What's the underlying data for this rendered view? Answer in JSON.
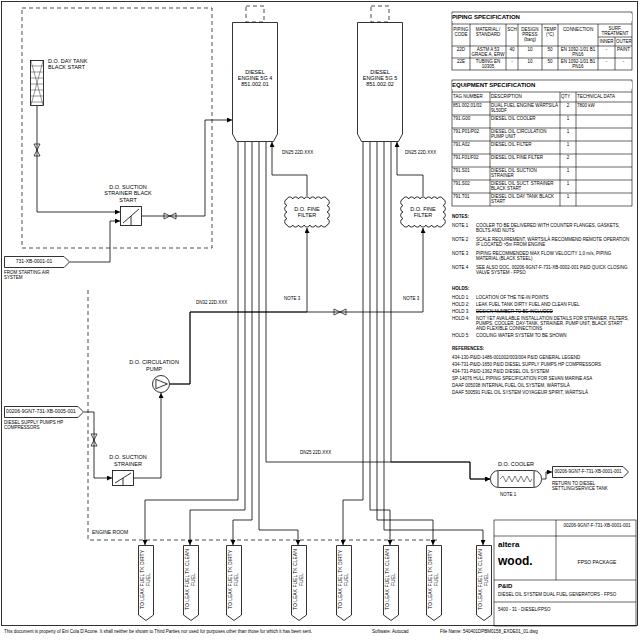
{
  "diagram": {
    "nodes": [
      {
        "text": [
          "D.O. DAY TANK BLACK START"
        ]
      },
      {
        "text": [
          "D.O. SUCTION STRAINER BLACK START"
        ]
      },
      {
        "text": [
          "731-XB-0001-01"
        ]
      },
      {
        "text": [
          "DIESEL ENGINE 5G 4",
          "851.002.01"
        ]
      },
      {
        "text": [
          "DIESEL ENGINE 5G 5",
          "851.002.02"
        ]
      },
      {
        "text": [
          "D.O. FINE FILTER"
        ]
      },
      {
        "text": [
          "D.O. FINE FILTER"
        ]
      },
      {
        "text": [
          "D.O. CIRCULATION PUMP"
        ]
      },
      {
        "text": [
          "00206-9GN7-731-XB-0005-001"
        ]
      },
      {
        "text": [
          "D.O. SUCTION STRAINER"
        ]
      },
      {
        "text": [
          "D.O. COOLER"
        ]
      },
      {
        "text": [
          "00206-9GN7-F-731-XB-0001-001"
        ]
      },
      {
        "text": [
          "TO LEAK FUEL TK DIRTY FUEL"
        ]
      },
      {
        "text": [
          "TO LEAK FUEL TK CLEAN FUEL"
        ]
      },
      {
        "text": [
          "TO LEAK FUEL TK DIRTY FUEL"
        ]
      },
      {
        "text": [
          "TO LEAK FUEL TK CLEAN FUEL"
        ]
      },
      {
        "text": [
          "TO LEAK FUEL TK DIRTY FUEL"
        ]
      },
      {
        "text": [
          "TO LEAK FUEL TK CLEAN FUEL"
        ]
      },
      {
        "text": [
          "TO LEAK FUEL TK DIRTY FUEL"
        ]
      },
      {
        "text": [
          "TO LEAK FUEL TK CLEAN FUEL"
        ]
      }
    ],
    "edges": [
      {
        "from": 0,
        "to": 1,
        "arrow": "to"
      },
      {
        "from": 2,
        "to": 1,
        "arrow": "to"
      },
      {
        "from": 1,
        "to": 3,
        "arrow": "to"
      },
      {
        "from": 8,
        "to": 9,
        "arrow": "to"
      },
      {
        "from": 9,
        "to": 7,
        "arrow": "to"
      },
      {
        "from": 7,
        "to": 5,
        "arrow": "to"
      },
      {
        "from": 7,
        "to": 6,
        "arrow": "to"
      },
      {
        "from": 5,
        "to": 3,
        "arrow": "to"
      },
      {
        "from": 6,
        "to": 4,
        "arrow": "to"
      },
      {
        "from": 3,
        "to": 10,
        "arrow": "to"
      },
      {
        "from": 4,
        "to": 10,
        "arrow": "to"
      },
      {
        "from": 10,
        "to": 11,
        "arrow": "to"
      },
      {
        "from": 3,
        "to": 12,
        "arrow": "to"
      },
      {
        "from": 3,
        "to": 13,
        "arrow": "to"
      },
      {
        "from": 3,
        "to": 14,
        "arrow": "to"
      },
      {
        "from": 3,
        "to": 15,
        "arrow": "to"
      },
      {
        "from": 4,
        "to": 16,
        "arrow": "to"
      },
      {
        "from": 4,
        "to": 17,
        "arrow": "to"
      },
      {
        "from": 4,
        "to": 18,
        "arrow": "to"
      },
      {
        "from": 4,
        "to": 19,
        "arrow": "to"
      }
    ],
    "labels": [
      "PIPING SPECIFICATION",
      "PIPING CODE",
      "MATERIAL / STANDARD",
      "SCH",
      "DESIGN PRESS (barg)",
      "TEMP (°C)",
      "CONNECTION",
      "SURF. TREATMENT",
      "INNER",
      "OUTER",
      "22D",
      "ASTM A 53 GRADE A, ERW",
      "40",
      "10",
      "50",
      "EN 1092-1/01 B1 PN16",
      "-",
      "PAINT",
      "22E",
      "TUBING EN 10305",
      "-",
      "10",
      "50",
      "EN 1092-1/01 B1 PN16",
      "-",
      "-",
      "EQUIPMENT SPECIFICATION",
      "TAG NUMBER",
      "DESCRIPTION",
      "QTY",
      "TECHNICAL DATA",
      "851.002.01/02",
      "DUAL FUEL ENGINE WÄRTSILÄ 9L50DF",
      "2",
      "7800 kW",
      "791.G00",
      "DIESEL OIL COOLER",
      "1",
      "791.P01/P02",
      "DIESEL OIL CIRCULATION PUMP UNIT",
      "1",
      "791.A02",
      "DIESEL OIL FILTER",
      "1",
      "791.F01/F02",
      "DIESEL OIL FINE FILTER",
      "2",
      "791.S01",
      "DIESEL OIL SUCTION STRAINER",
      "1",
      "791.S02",
      "DIESEL OIL SUCT. STRAINER BLACK START",
      "1",
      "791.T01",
      "DIESEL OIL DAY TANK BLACK START",
      "1",
      "NOTES:",
      "NOTE 1",
      "COOLER TO BE DELIVERED WITH COUNTER FLANGES, GASKETS, BOLTS AND NUTS",
      "NOTE 2",
      "SCALE REQUIREMENT, WÄRTSILÄ RECOMMEND REMOTE OPERATION IF LOCATED >5m FROM ENGINE",
      "NOTE 3",
      "PIPING RECOMMENDED MAX FLOW VELOCITY 1,0 m/s, PIPING MATERIAL (BLACK STEEL)",
      "NOTE 4",
      "SEE ALSO DOC. 00206-9GN7-F-731-XB-0002-001 P&ID QUICK CLOSING VALVE SYSTEM - FPSO",
      "HOLDS:",
      "HOLD 1:",
      "LOCATION OF THE TIE-IN POINTS",
      "HOLD 2:",
      "LEAK FUEL TANK DIRTY FUEL AND CLEAN FUEL",
      "HOLD 3:",
      "DESIGN NUMBER TO BE INCLUDED",
      "HOLD 4:",
      "NOT YET AVAILABLE INSTALLATION DETAILS FOR STRAINER, FILTERS, PUMPS, COOLER, DAY-TANK, STRAINER, PUMP UNIT, BLACK START AND FLEXIBLE CONNECTIONS",
      "HOLD 5:",
      "COOLING WATER SYSTEM TO BE SHOWN",
      "REFERENCES:",
      "434-130-P&ID-1486-001002/003/004 P&ID GENERAL LEGEND",
      "434-731-P&ID-1650 P&ID DIESEL SUPPLY PUMPS HP COMPRESSORS",
      "434-731-P&ID-1362 P&ID DIESEL OIL SYSTEM",
      "SP-14076 HULL PIPING SPECIFICATION FOR SEVAN MARINE ASA",
      "DAAF 005038 INTERNAL FUEL OIL SYSTEM, WÄRTSILÄ",
      "DAAF 500591 FUEL OIL SYSTEM VOYAGEUR SPIRIT, WÄRTSILÄ",
      "00206-9GN7-F-731-XB-0001-001",
      "altera",
      "wood.",
      "FPSO PACKAGE",
      "P&ID",
      "DIESEL OIL SYSTEM DUAL FUEL GENERATORS - FPSO",
      "5400 - 31 - DIESEL/FPSO",
      "This document is property of Eni Cola D'Acone. It shall neither be shown to Third Parties nor used for purposes other than those for which it has been sent.",
      "Software: Autocad",
      "File Name: 540401DPBM0158_EXDE01_01.dwg",
      "FROM STARTING AIR SYSTEM",
      "DIESEL SUPPLY PUMPS HP COMPRESSORS",
      "RETURN TO DIESEL SETTLING/SERVICE TANK",
      "ENGINE ROOM",
      "DN32 22D.XXX",
      "DN25 22D.XXX",
      "DN25 22D.XXX",
      "DN25 22D.XXX",
      "NOTE 3",
      "NOTE 3",
      "NOTE 1"
    ]
  }
}
